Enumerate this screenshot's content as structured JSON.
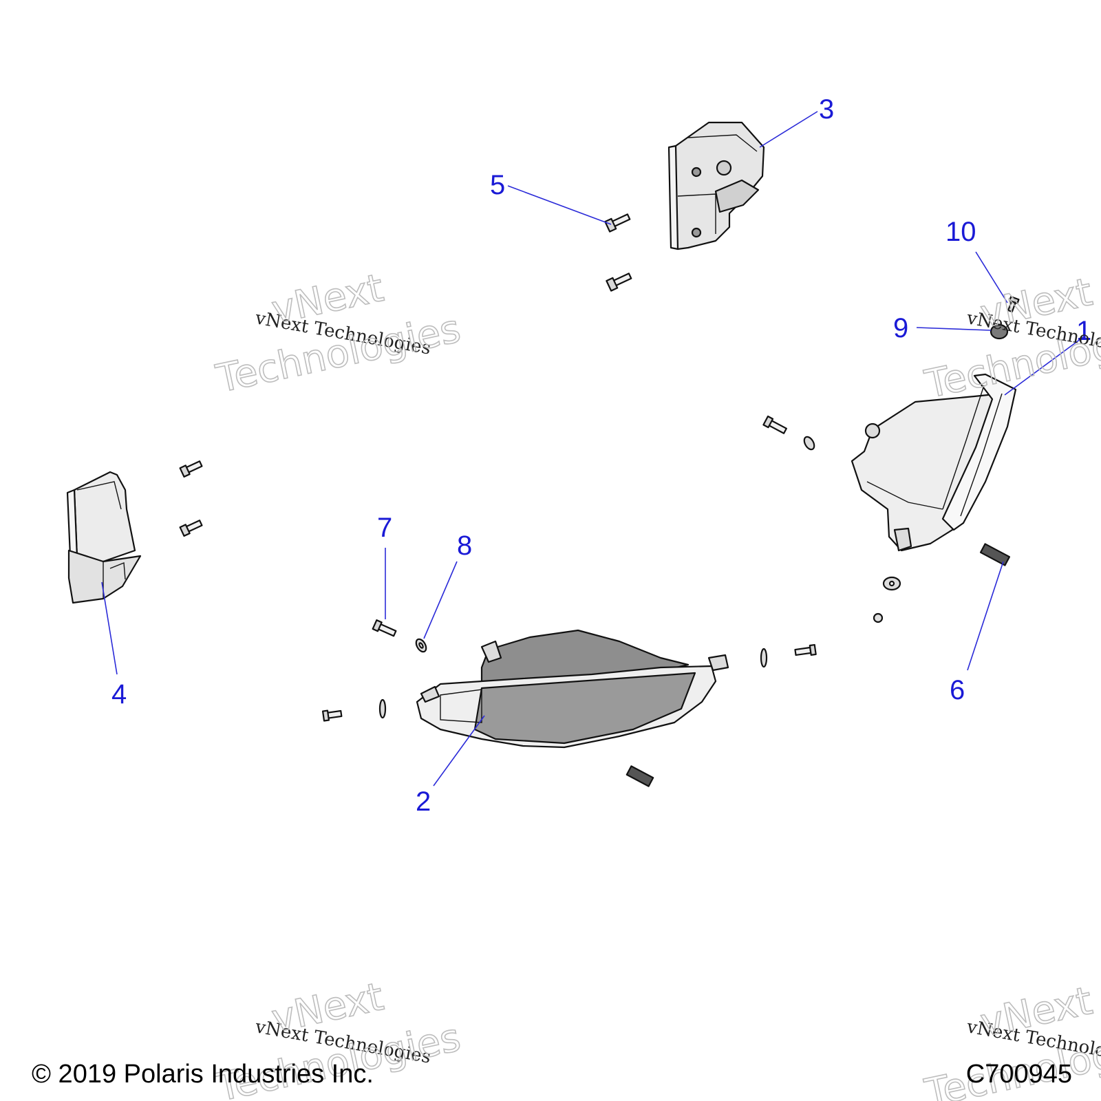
{
  "callouts": {
    "c1": "1",
    "c2": "2",
    "c3": "3",
    "c4": "4",
    "c5": "5",
    "c6": "6",
    "c7": "7",
    "c8": "8",
    "c9": "9",
    "c10": "10"
  },
  "watermark": {
    "line": "vNext Technologies",
    "big_line1": "vNext",
    "big_line2": "Technologies"
  },
  "footer": {
    "copyright": "© 2019 Polaris Industries Inc.",
    "drawing_id": "C700945"
  },
  "colors": {
    "callout": "#1a1ad6",
    "part_fill": "#e8e8e8",
    "part_shade": "#8e8e8e"
  }
}
